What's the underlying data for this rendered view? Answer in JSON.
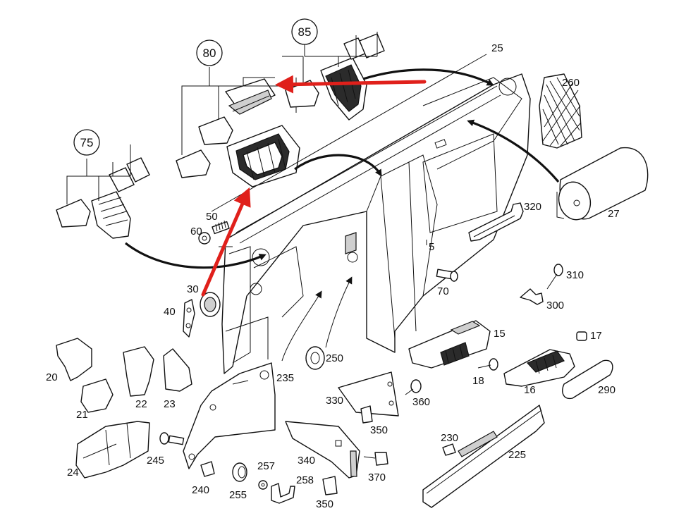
{
  "diagram": {
    "labels": {
      "p5": "5",
      "p15": "15",
      "p16": "16",
      "p17": "17",
      "p18": "18",
      "p20": "20",
      "p21": "21",
      "p22": "22",
      "p23": "23",
      "p24": "24",
      "p25": "25",
      "p27": "27",
      "p30": "30",
      "p40": "40",
      "p50": "50",
      "p60": "60",
      "p70": "70",
      "p225": "225",
      "p230": "230",
      "p235": "235",
      "p240": "240",
      "p245": "245",
      "p250": "250",
      "p255": "255",
      "p257": "257",
      "p258": "258",
      "p260": "260",
      "p290": "290",
      "p300": "300",
      "p310": "310",
      "p320": "320",
      "p330": "330",
      "p340": "340",
      "p350a": "350",
      "p350b": "350",
      "p360": "360",
      "p370": "370"
    },
    "circled": {
      "c75": "75",
      "c80": "80",
      "c85": "85"
    },
    "colors": {
      "arrow_red": "#e0201b",
      "arrow_black": "#111111",
      "line": "#111111"
    }
  }
}
